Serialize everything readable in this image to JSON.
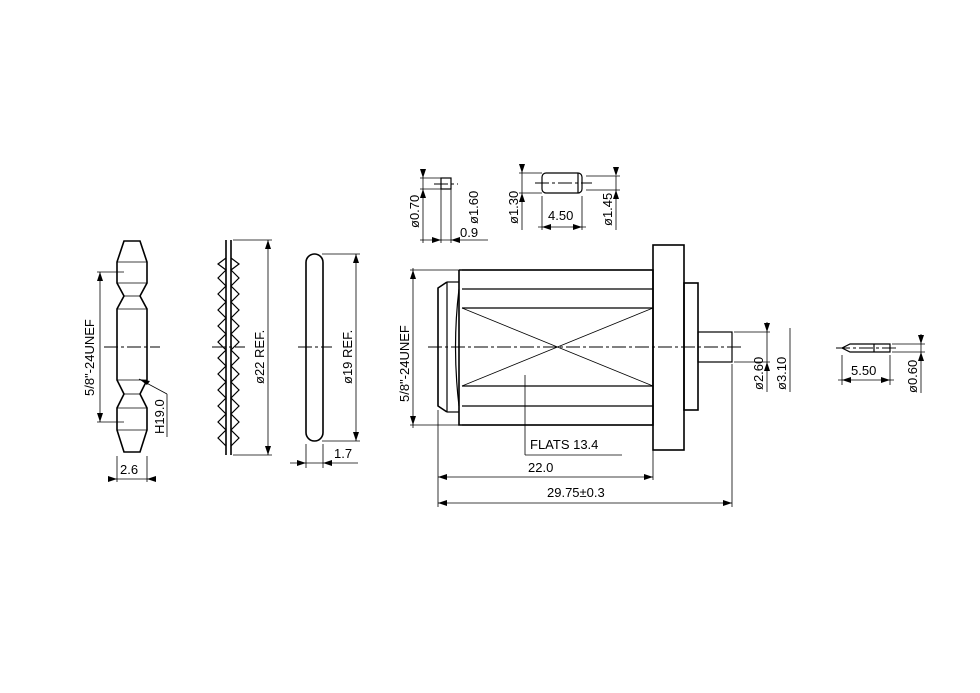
{
  "dimensions": {
    "nut_thread": "5/8\"-24UNEF",
    "nut_hex": "H19.0",
    "nut_thickness": "2.6",
    "lockwasher_dia": "ø22  REF.",
    "oring_dia": "ø19  REF.",
    "oring_thickness": "1.7",
    "pin_a_dia1": "ø0.70",
    "pin_a_dia2": "ø1.60",
    "pin_a_len": "0.9",
    "pin_b_dia1": "ø1.30",
    "pin_b_dia2": "ø1.45",
    "pin_b_len": "4.50",
    "body_thread": "5/8\"-24UNEF",
    "body_flats": "FLATS 13.4",
    "body_len": "22.0",
    "total_len": "29.75±0.3",
    "tab_dia1": "ø2.60",
    "tab_dia2": "ø3.10",
    "contact_len": "5.50",
    "contact_dia": "ø0.60"
  }
}
